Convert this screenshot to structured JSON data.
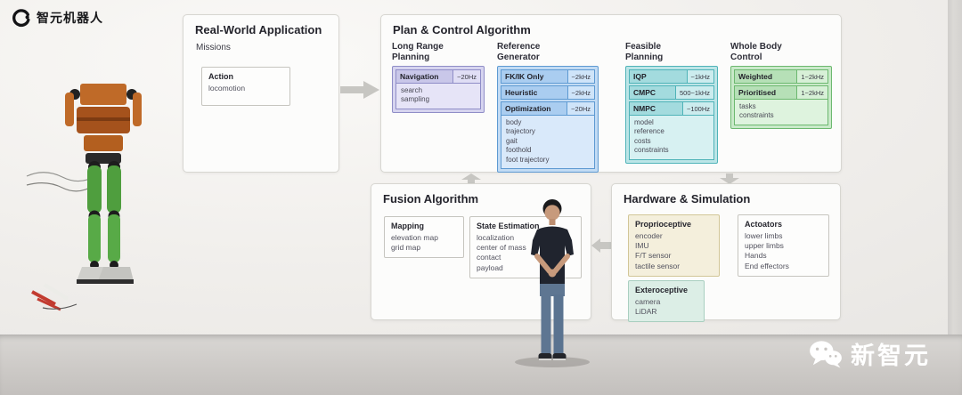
{
  "logo": {
    "brand": "智元机器人"
  },
  "watermark": {
    "brand": "新智元"
  },
  "colors": {
    "purple_accent": "#8f8dc7",
    "blue_accent": "#5e9ad2",
    "teal_accent": "#4fb3b8",
    "green_accent": "#6cb86f",
    "cream_block": "#f4efdc",
    "mint_block": "#dceee6"
  },
  "app": {
    "title": "Real-World Application",
    "subtitle": "Missions",
    "block": {
      "name": "Action",
      "items": [
        "locomotion"
      ]
    }
  },
  "plan": {
    "title": "Plan & Control Algorithm",
    "columns": [
      {
        "label": "Long Range Planning",
        "blocks": [
          {
            "name": "Navigation",
            "rate": "~20Hz",
            "items": [
              "search",
              "sampling"
            ]
          }
        ]
      },
      {
        "label": "Reference Generator",
        "blocks": [
          {
            "name": "FK/IK Only",
            "rate": "~2kHz",
            "items": []
          },
          {
            "name": "Heuristic",
            "rate": "~2kHz",
            "items": []
          },
          {
            "name": "Optimization",
            "rate": "~20Hz",
            "items": [
              "body",
              "trajectory",
              "gait",
              "foothold",
              "foot trajectory"
            ]
          }
        ]
      },
      {
        "label": "Feasible Planning",
        "blocks": [
          {
            "name": "IQP",
            "rate": "~1kHz",
            "items": []
          },
          {
            "name": "CMPC",
            "rate": "500~1kHz",
            "items": []
          },
          {
            "name": "NMPC",
            "rate": "~100Hz",
            "items": [
              "model",
              "reference",
              "costs",
              "constraints"
            ]
          }
        ]
      },
      {
        "label": "Whole Body Control",
        "blocks": [
          {
            "name": "Weighted",
            "rate": "1~2kHz",
            "items": []
          },
          {
            "name": "Prioritised",
            "rate": "1~2kHz",
            "items": [
              "tasks",
              "constraints"
            ]
          }
        ]
      }
    ]
  },
  "fusion": {
    "title": "Fusion Algorithm",
    "blocks": [
      {
        "name": "Mapping",
        "items": [
          "elevation map",
          "grid map"
        ]
      },
      {
        "name": "State Estimation",
        "items": [
          "localization",
          "center of mass",
          "contact",
          "payload"
        ]
      }
    ]
  },
  "hardware": {
    "title": "Hardware & Simulation",
    "blocks": [
      {
        "name": "Proprioceptive",
        "items": [
          "encoder",
          "IMU",
          "F/T sensor",
          "tactile sensor"
        ]
      },
      {
        "name": "Actoators",
        "items": [
          "lower limbs",
          "upper limbs",
          "Hands",
          "End effectors"
        ]
      },
      {
        "name": "Exteroceptive",
        "items": [
          "camera",
          "LiDAR"
        ]
      }
    ]
  }
}
